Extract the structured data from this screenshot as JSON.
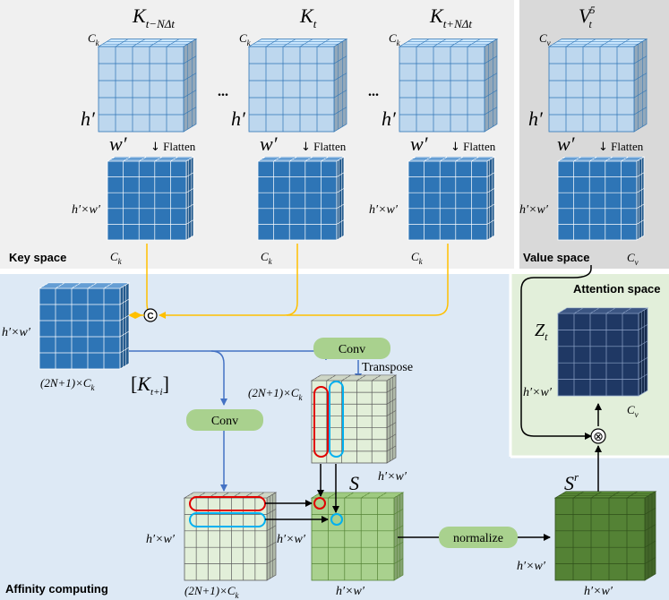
{
  "sections": {
    "key_space": "Key space",
    "value_space": "Value space",
    "attention_space": "Attention space",
    "affinity_computing": "Affinity computing"
  },
  "key_blocks": [
    {
      "title_base": "K",
      "title_sub": "t−NΔt",
      "channel": "C",
      "channel_sub": "k"
    },
    {
      "title_base": "K",
      "title_sub": "t",
      "channel": "C",
      "channel_sub": "k"
    },
    {
      "title_base": "K",
      "title_sub": "t+NΔt",
      "channel": "C",
      "channel_sub": "k"
    }
  ],
  "value_block": {
    "title_base": "V",
    "title_sub": "t",
    "title_sup": "5",
    "channel": "C",
    "channel_sub": "v"
  },
  "dims": {
    "h": "h′",
    "w": "w′",
    "hw": "h′×w′",
    "ellipsis": "...",
    "flatten": "Flatten",
    "flatten_arrow": "↓"
  },
  "concat_symbol": "C",
  "concat_block": {
    "label": "(2N+1)×C",
    "label_sub": "k",
    "key_set_base": "K",
    "key_set_sub": "t+i"
  },
  "conv_labels": [
    "Conv",
    "Conv"
  ],
  "transpose_label": "Transpose",
  "affinity": {
    "S": "S",
    "S_r_base": "S",
    "S_r_sup": "r",
    "normalize": "normalize"
  },
  "attention": {
    "Z_base": "Z",
    "Z_sub": "t",
    "channel": "C",
    "channel_sub": "v"
  },
  "multiply_symbol": "⊗",
  "colors": {
    "key_panel": "#f0f0f0",
    "value_panel": "#d9d9d9",
    "affinity_panel": "#dde9f5",
    "attention_panel": "#e2efda",
    "cube_light": "#bdd7ee",
    "grid_blue": "#2e75b6",
    "grid_navy": "#1f3864",
    "pale_green": "#e2efd9",
    "mid_green": "#a9d18e",
    "dark_green": "#548235",
    "conv_button": "#a9d18e",
    "yellow_line": "#ffc000",
    "blue_line": "#4472c4",
    "red_bar": "#e00000",
    "cyan_bar": "#00b0f0"
  }
}
